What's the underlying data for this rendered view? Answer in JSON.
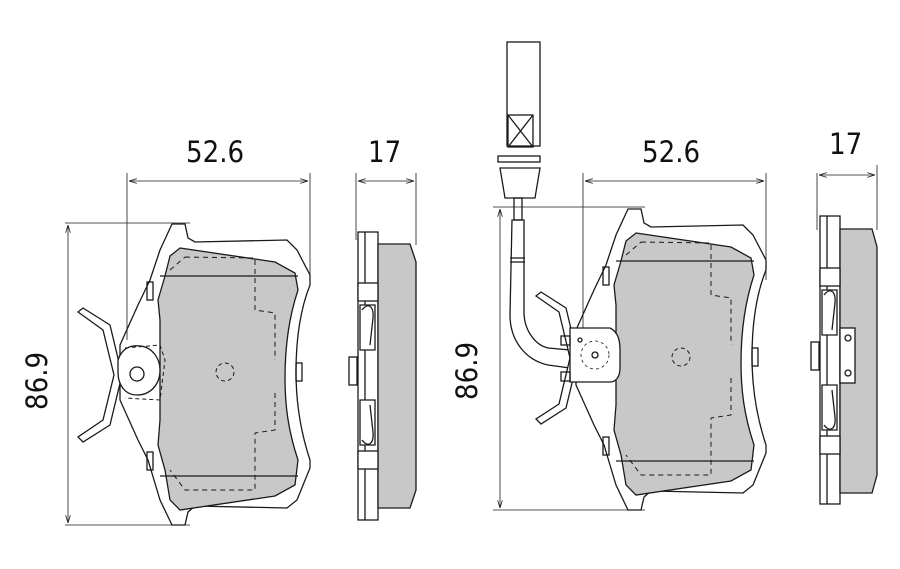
{
  "diagram": {
    "title": "Brake pad set technical drawing",
    "colors": {
      "line": "#1a1a1a",
      "pad_fill": "#c8c8c8",
      "background": "#ffffff"
    },
    "views": [
      {
        "name": "pad-without-sensor",
        "dimensions": {
          "width": "52.6",
          "height": "86.9",
          "thickness": "17"
        }
      },
      {
        "name": "pad-with-wear-sensor",
        "dimensions": {
          "width": "52.6",
          "height": "86.9",
          "thickness": "17"
        }
      }
    ]
  }
}
